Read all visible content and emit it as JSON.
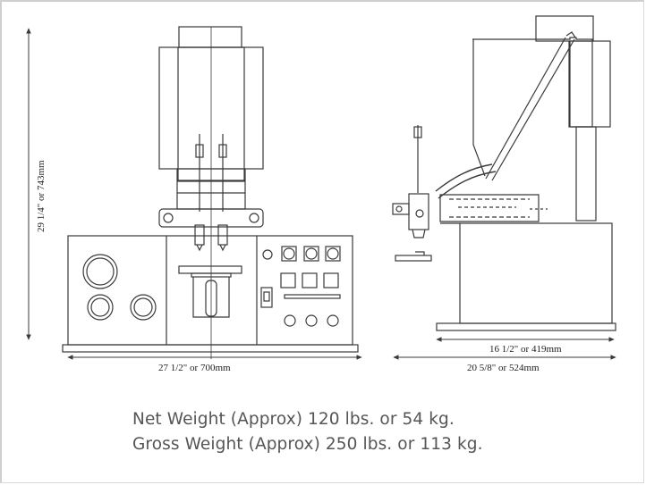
{
  "dimensions": {
    "height": "29 1/4\" or 743mm",
    "front_width": "27 1/2\" or 700mm",
    "side_depth_inner": "16 1/2\" or 419mm",
    "side_depth_outer": "20 5/8\" or 524mm"
  },
  "weights": {
    "net": "Net Weight (Approx) 120 lbs. or 54 kg.",
    "gross": "Gross Weight (Approx) 250 lbs. or 113 kg."
  },
  "colors": {
    "line": "#3a3a3a",
    "text": "#555555"
  }
}
